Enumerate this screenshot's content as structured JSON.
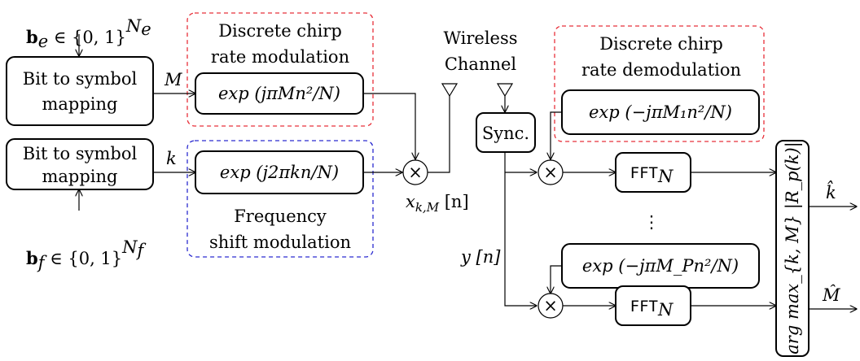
{
  "input_e": {
    "bold": "b",
    "sub": "e",
    "rel": " ∈ {0, 1}",
    "sup_base": "N",
    "sup_sub": "e"
  },
  "input_f": {
    "bold": "b",
    "sub": "f",
    "rel": " ∈ {0, 1}",
    "sup_base": "N",
    "sup_sub": "f"
  },
  "mapping_top": {
    "line1": "Bit to symbol",
    "line2": "mapping"
  },
  "mapping_bottom": {
    "line1": "Bit to symbol",
    "line2": "mapping"
  },
  "symbol_M": "M",
  "symbol_k": "k",
  "chirp_mod_label": {
    "line1": "Discrete chirp",
    "line2": "rate modulation"
  },
  "chirp_mod_block": "exp (jπMn²/N)",
  "freq_mod_block": "exp (j2πkn/N)",
  "freq_mod_label": {
    "line1": "Frequency",
    "line2": "shift modulation"
  },
  "tx_signal": "x",
  "tx_signal_sub": "k,M",
  "tx_signal_arg": " [n]",
  "multiplier": "×",
  "channel_label": {
    "line1": "Wireless",
    "line2": "Channel"
  },
  "sync_block": "Sync.",
  "rx_signal": "y [n]",
  "chirp_demod_label": {
    "line1": "Discrete chirp",
    "line2": "rate demodulation"
  },
  "demod_block_1": "exp (−jπM₁n²/N)",
  "demod_block_P": "exp (−jπM_Pn²/N)",
  "fft_label": "FFT",
  "fft_sub": "N",
  "ellipsis": "⋮",
  "argmax_block": "arg max_{k, M} |R_p(k)|",
  "out_k": "k̂",
  "out_M": "M̂",
  "colors": {
    "chirp_group_border": "#e8303a",
    "freq_group_border": "#2b2bd0"
  }
}
